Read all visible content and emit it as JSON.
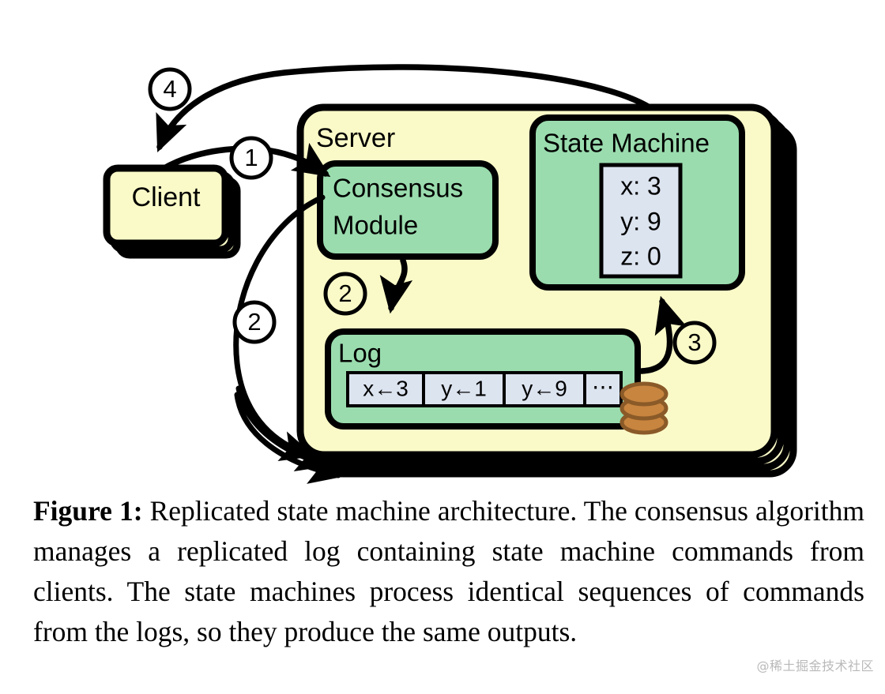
{
  "figure": {
    "caption_label": "Figure 1:",
    "caption_text": " Replicated state machine architecture. The consensus algorithm manages a replicated log containing state machine commands from clients. The state machines process identical sequences of commands from the logs, so they produce the same outputs.",
    "watermark": "@稀土掘金技术社区"
  },
  "diagram": {
    "client": {
      "label": "Client",
      "stack_copies": 2
    },
    "server": {
      "label": "Server",
      "stack_copies": 3,
      "consensus_module": {
        "line1": "Consensus",
        "line2": "Module"
      },
      "state_machine": {
        "title": "State Machine",
        "entries": [
          "x: 3",
          "y: 9",
          "z: 0"
        ]
      },
      "log": {
        "title": "Log",
        "entries": [
          "x←3",
          "y←1",
          "y←9",
          "⋯"
        ],
        "disk_icon": "database-disk-stack-icon"
      }
    },
    "step_markers": [
      {
        "id": "step-4",
        "label": "4"
      },
      {
        "id": "step-1",
        "label": "1"
      },
      {
        "id": "step-2-inner",
        "label": "2"
      },
      {
        "id": "step-2-outer",
        "label": "2"
      },
      {
        "id": "step-3",
        "label": "3"
      }
    ],
    "colors": {
      "server_fill": "#FAFAC8",
      "client_fill": "#FAFAC8",
      "module_fill": "#9ADCAE",
      "entry_fill": "#DCE4F0",
      "stroke": "#000000",
      "disk_fill": "#C8853F",
      "disk_stroke": "#8A5A28",
      "caption_text": "#000000",
      "watermark": "#B9B9B9"
    }
  }
}
